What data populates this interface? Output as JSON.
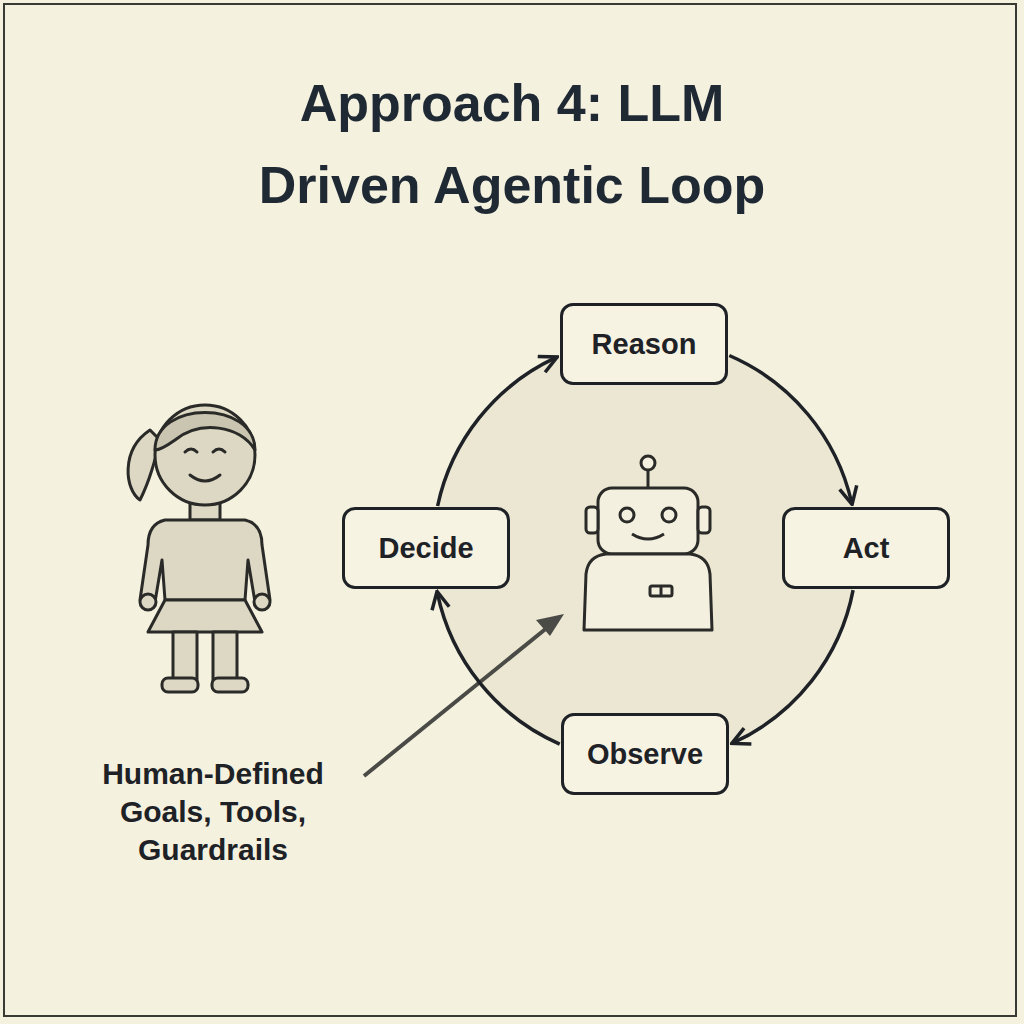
{
  "diagram": {
    "title": "Approach 4: LLM Driven Agentic Loop",
    "nodes": [
      {
        "text": [
          "Reason"
        ]
      },
      {
        "text": [
          "Act"
        ]
      },
      {
        "text": [
          "Observe"
        ]
      },
      {
        "text": [
          "Decide"
        ]
      }
    ],
    "edges": [
      {
        "from": 0,
        "to": 1,
        "arrow": "to"
      },
      {
        "from": 1,
        "to": 2,
        "arrow": "to"
      },
      {
        "from": 2,
        "to": 3,
        "arrow": "to"
      },
      {
        "from": 3,
        "to": 0,
        "arrow": "to"
      }
    ],
    "labels": [
      "Human-Defined Goals, Tools, Guardrails"
    ]
  }
}
